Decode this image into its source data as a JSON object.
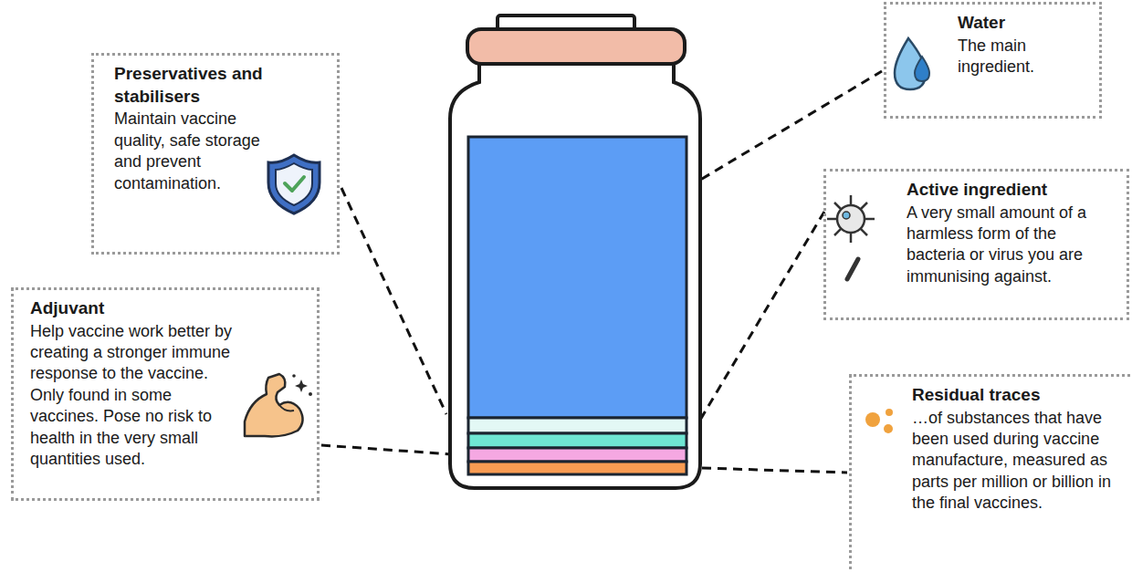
{
  "diagram": {
    "nodes": [
      {
        "text": [
          "Preservatives and stabilisers",
          "Maintain vaccine quality, safe storage and prevent contamination."
        ]
      },
      {
        "text": [
          "Adjuvant",
          "Help vaccine work better by creating a stronger immune response to the vaccine. Only found in some vaccines. Pose no risk to health in the very small quantities used."
        ]
      },
      {
        "text": [
          "Water",
          "The main ingredient."
        ]
      },
      {
        "text": [
          "Active ingredient",
          "A very small amount of a harmless form of the bacteria or virus you are immunising against."
        ]
      },
      {
        "text": [
          "Residual traces",
          "…of substances that have been used during vaccine manufacture, measured as parts per million or billion in the final vaccines."
        ]
      }
    ]
  }
}
